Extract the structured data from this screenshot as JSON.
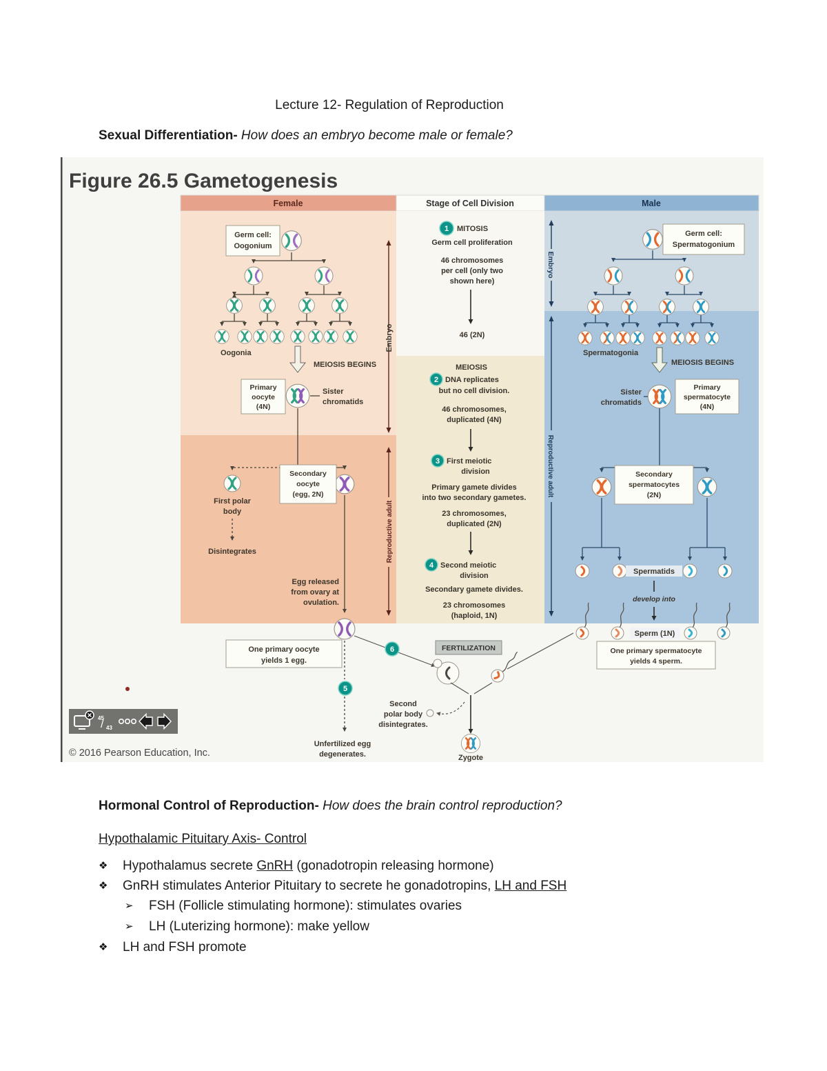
{
  "page": {
    "title": "Lecture 12- Regulation of Reproduction",
    "h1_bold": "Sexual Differentiation-",
    "h1_italic": " How does an embryo become male or female?",
    "h2_bold": "Hormonal Control of Reproduction-",
    "h2_italic": " How does the brain control reproduction?",
    "subheading": "Hypothalamic Pituitary Axis- Control",
    "bullet_glyph": "❖",
    "sub_bullet_glyph": "➢",
    "bullets": {
      "b1_pre": "Hypothalamus secrete ",
      "b1_u": "GnRH",
      "b1_post": " (gonadotropin releasing hormone)",
      "b2_pre": "GnRH stimulates Anterior Pituitary to secrete he gonadotropins, ",
      "b2_u": "LH and FSH",
      "sb1": "FSH (Follicle stimulating hormone): stimulates ovaries",
      "sb2": "LH (Luterizing hormone): make yellow",
      "b3": "LH and FSH promote"
    }
  },
  "fig": {
    "title": "Figure 26.5 Gametogenesis",
    "copyright": "© 2016 Pearson Education, Inc.",
    "header": {
      "female": "Female",
      "stage": "Stage of Cell Division",
      "male": "Male"
    },
    "f": {
      "germ1": "Germ cell:",
      "germ2": "Oogonium",
      "oogonia": "Oogonia",
      "meiosis_begins": "MEIOSIS BEGINS",
      "po1": "Primary",
      "po2": "oocyte",
      "po3": "(4N)",
      "sis1": "Sister",
      "sis2": "chromatids",
      "embryo": "Embryo",
      "repro": "Reproductive adult",
      "fpb1": "First polar",
      "fpb2": "body",
      "dis": "Disintegrates",
      "so1": "Secondary",
      "so2": "oocyte",
      "so3": "(egg, 2N)",
      "er1": "Egg released",
      "er2": "from ovary at",
      "er3": "ovulation.",
      "yield1": "One primary oocyte",
      "yield2": "yields 1 egg."
    },
    "c": {
      "n1": "1",
      "mitosis": "MITOSIS",
      "gcp": "Germ cell proliferation",
      "p1a": "46 chromosomes",
      "p1b": "per cell (only two",
      "p1c": "shown here)",
      "r1": "46 (2N)",
      "meiosis": "MEIOSIS",
      "n2": "2",
      "dna1": "DNA replicates",
      "dna2": "but no cell division.",
      "dup1": "46 chromosomes,",
      "dup2": "duplicated (4N)",
      "n3": "3",
      "fmd1": "First meiotic",
      "fmd2": "division",
      "pg1": "Primary gamete divides",
      "pg2": "into two secondary gametes.",
      "c23a": "23 chromosomes,",
      "c23b": "duplicated (2N)",
      "n4": "4",
      "smd1": "Second meiotic",
      "smd2": "division",
      "sgd": "Secondary gamete divides.",
      "c23c": "23 chromosomes",
      "c23d": "(haploid, 1N)",
      "n5": "5",
      "n6": "6",
      "fert": "FERTILIZATION",
      "spb1": "Second",
      "spb2": "polar body",
      "spb3": "disintegrates.",
      "unf1": "Unfertilized egg",
      "unf2": "degenerates.",
      "zygote": "Zygote"
    },
    "m": {
      "germ1": "Germ cell:",
      "germ2": "Spermatogonium",
      "spermatogonia": "Spermatogonia",
      "meiosis_begins": "MEIOSIS BEGINS",
      "sis1": "Sister",
      "sis2": "chromatids",
      "ps1": "Primary",
      "ps2": "spermatocyte",
      "ps3": "(4N)",
      "embryo": "Embryo",
      "repro": "Reproductive adult",
      "ss1": "Secondary",
      "ss2": "spermatocytes",
      "ss3": "(2N)",
      "spermatids": "Spermatids",
      "dev": "develop into",
      "sperm": "Sperm (1N)",
      "yield1": "One primary spermatocyte",
      "yield2": "yields 4 sperm."
    },
    "toolbar": {
      "num_top": "45",
      "num_bottom": "43"
    },
    "colors": {
      "female_header": "#e7a28b",
      "male_header": "#8fb3d3",
      "stage_header": "#fbfbf8",
      "female_embryo_bg": "#f8e2cf",
      "female_adult_bg": "#f3c3a5",
      "stage_mitosis_bg": "#f8f7f1",
      "stage_meiosis_bg": "#f1e9d2",
      "male_embryo_bg": "#cdd9e3",
      "male_adult_bg": "#a9c5de",
      "badge_teal": "#0d9488",
      "chrom_green": "#2fa383",
      "chrom_purple": "#8f5bb5",
      "chrom_orange": "#e2682f",
      "chrom_blue": "#2e9bc6"
    }
  }
}
